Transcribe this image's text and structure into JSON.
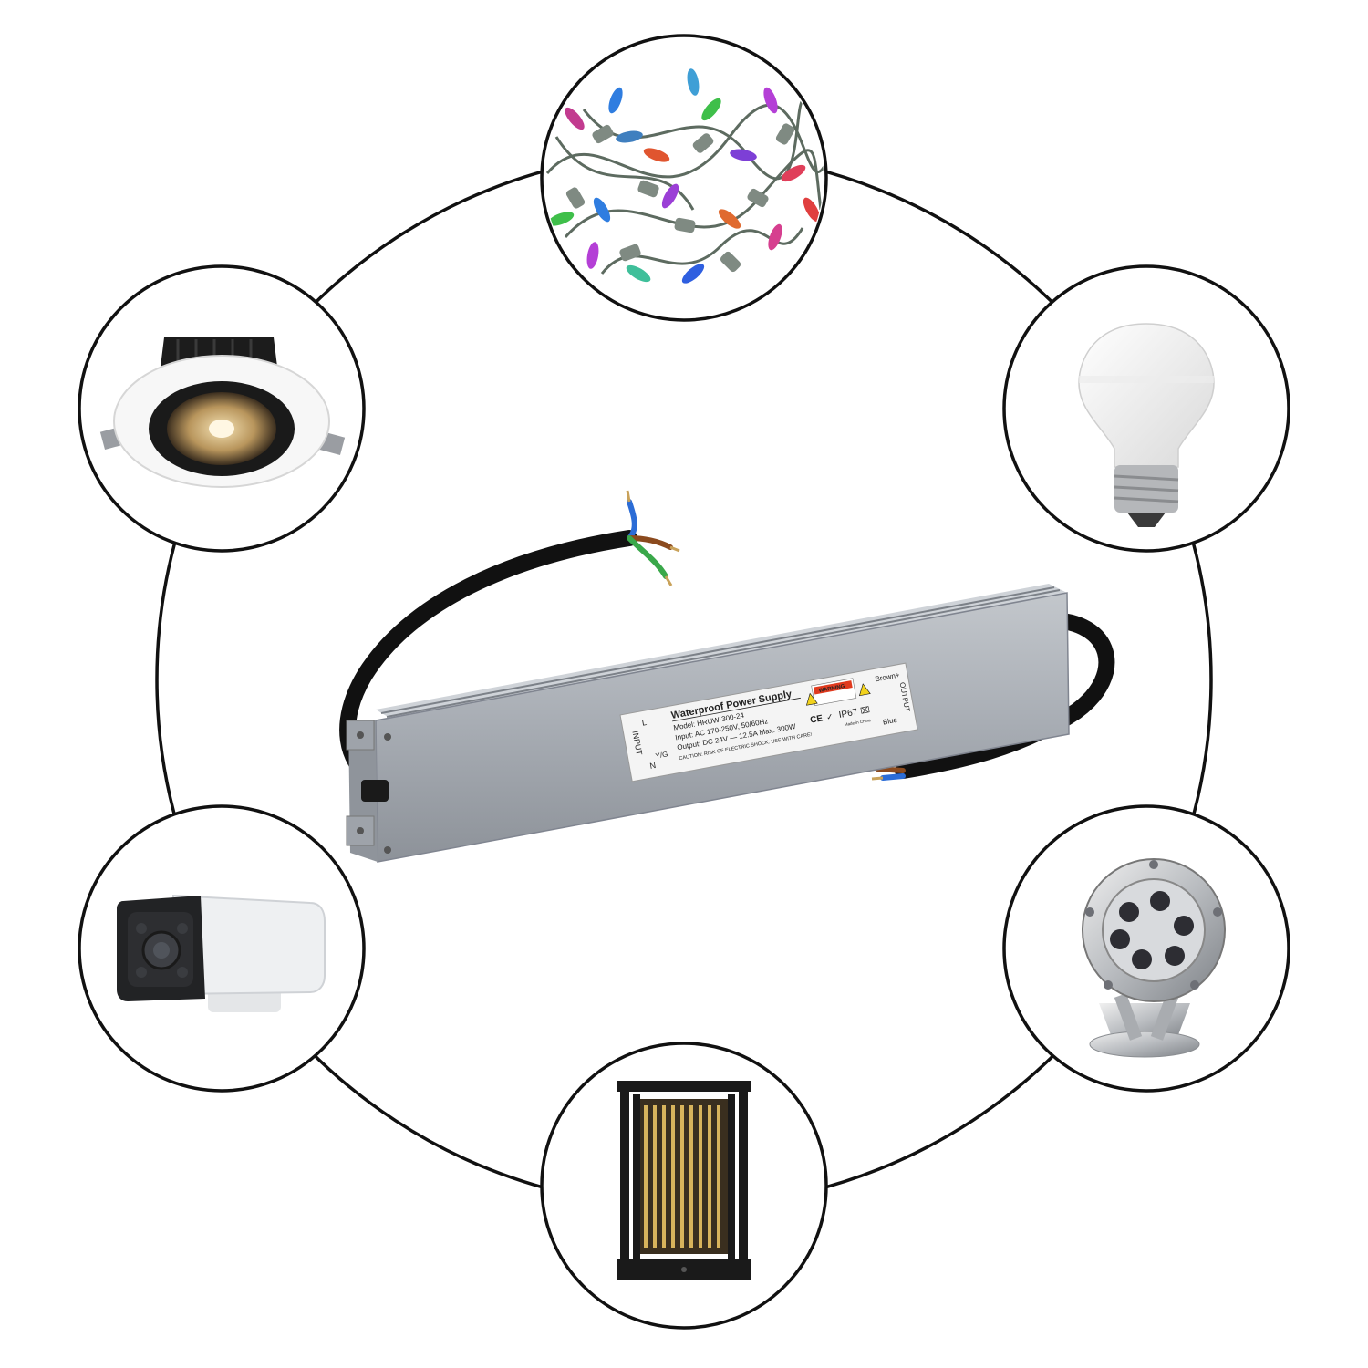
{
  "product": {
    "label": {
      "title": "Waterproof Power Supply",
      "model": "Model: HRUW-300-24",
      "input": "Input: AC 170-250V, 50/60Hz",
      "output": "Output: DC 24V — 12.5A Max. 300W",
      "caution": "CAUTION: RISK OF ELECTRIC SHOCK. USE WITH CARE!",
      "warning": "WARNING",
      "ip_rating": "IP67",
      "ce_mark": "CE",
      "made_in": "Made in China"
    },
    "input_side": {
      "group_label": "INPUT",
      "terminal_l": "L",
      "terminal_n": "N",
      "terminal_ground": "Y/G"
    },
    "output_side": {
      "group_label": "OUTPUT",
      "positive": "Brown+",
      "negative": "Blue-"
    }
  },
  "colors": {
    "ring": "#111111",
    "housing": "#a7acb3",
    "label_bg": "#f4f4f4",
    "cable": "#111111",
    "wire_brown": "#8b4a1e",
    "wire_blue": "#2b6cd6",
    "wire_yellow_green": "#3aa84a"
  },
  "applications": [
    {
      "icon": "christmas-string-lights-icon"
    },
    {
      "icon": "led-bulb-icon"
    },
    {
      "icon": "underwater-spotlight-icon"
    },
    {
      "icon": "garden-lantern-icon"
    },
    {
      "icon": "security-camera-icon"
    },
    {
      "icon": "recessed-downlight-icon"
    }
  ]
}
